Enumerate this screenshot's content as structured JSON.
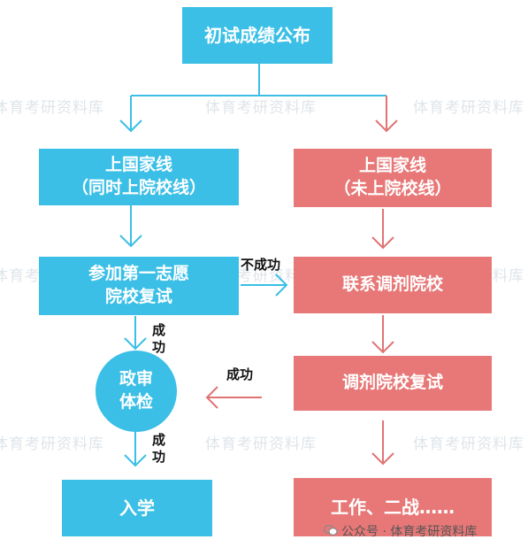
{
  "colors": {
    "blue": "#3bbfe6",
    "red": "#e77877",
    "blue_arrow": "#3bbfe6",
    "red_arrow": "#e07473"
  },
  "nodes": {
    "top": "初试成绩公布",
    "left1_line1": "上国家线",
    "left1_line2": "（同时上院校线）",
    "right1_line1": "上国家线",
    "right1_line2": "（未上院校线）",
    "left2_line1": "参加第一志愿",
    "left2_line2": "院校复试",
    "right2": "联系调剂院校",
    "circle_line1": "政审",
    "circle_line2": "体检",
    "right3": "调剂院校复试",
    "left4": "入学",
    "right4": "工作、二战……"
  },
  "edge_labels": {
    "fail": "不成功",
    "success_1a": "成",
    "success_1b": "功",
    "success_2": "成功",
    "success_3a": "成",
    "success_3b": "功"
  },
  "watermark": "体育考研资料库",
  "footer": {
    "text": "公众号 · 体育考研资料库",
    "icon": "wechat-icon"
  }
}
